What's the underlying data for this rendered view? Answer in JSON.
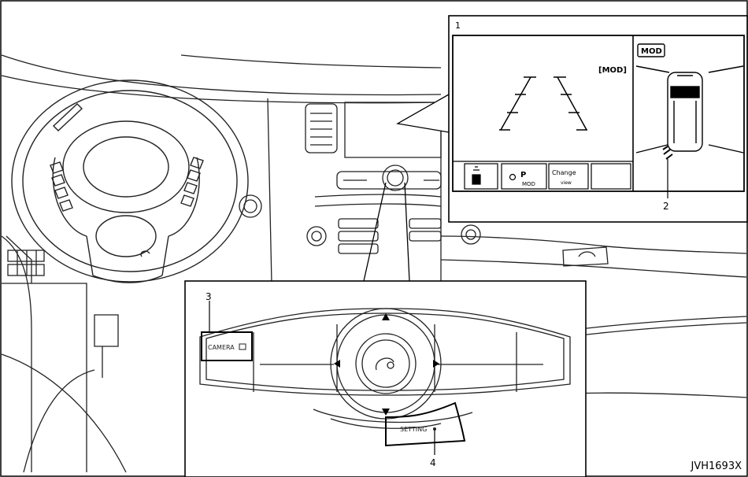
{
  "callouts": {
    "c1": "1",
    "c2": "2",
    "c3": "3",
    "c4": "4"
  },
  "display": {
    "mod_label": "[MOD]",
    "mod_badge": "MOD",
    "buttons": {
      "pw": "P",
      "pw_sub": "MOD",
      "change": "Change",
      "change_sub": "view"
    }
  },
  "controller": {
    "camera_label": "CAMERA",
    "setting_label": "SETTING"
  },
  "figure_code": "JVH1693X"
}
